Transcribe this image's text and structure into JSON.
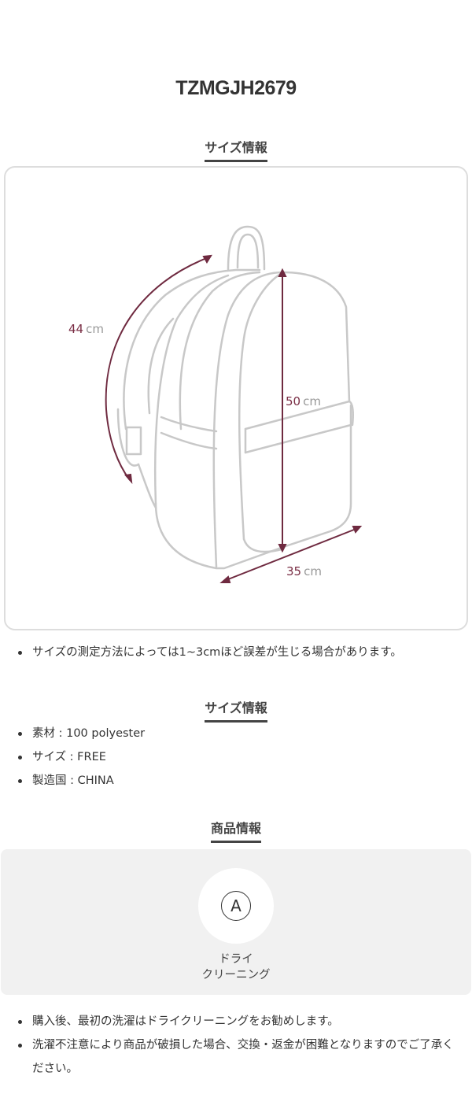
{
  "product_code": "TZMGJH2679",
  "size_section": {
    "heading": "サイズ情報",
    "measurements": [
      {
        "value": "44",
        "unit": "cm"
      },
      {
        "value": "50",
        "unit": "cm"
      },
      {
        "value": "35",
        "unit": "cm"
      }
    ],
    "note": "サイズの測定方法によっては1~3cmほど誤差が生じる場合があります。",
    "accent_color": "#6f2a40"
  },
  "spec_section": {
    "heading": "サイズ情報",
    "items": [
      "素材 : 100 polyester",
      "サイズ : FREE",
      "製造国 : CHINA"
    ]
  },
  "product_section": {
    "heading": "商品情報",
    "care_symbol": "A",
    "care_label_line1": "ドライ",
    "care_label_line2": "クリーニング",
    "notes": [
      "購入後、最初の洗濯はドライクリーニングをお勧めします。",
      "洗濯不注意により商品が破損した場合、交換・返金が困難となりますのでご了承ください。"
    ]
  }
}
